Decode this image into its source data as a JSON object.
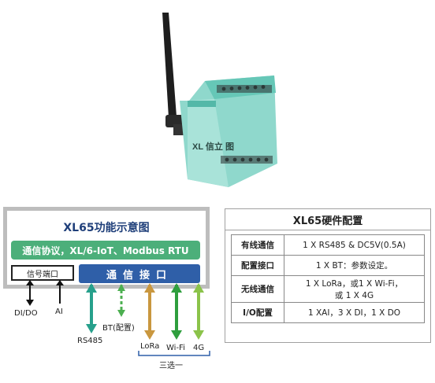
{
  "device": {
    "brand_mark": "XL 信立 图"
  },
  "diagram": {
    "title": "XL65功能示意图",
    "protocol_bar": "通信协议，XL/6-IoT、Modbus RTU",
    "signal_port": "信号端口",
    "comm_bar": "通信接口",
    "labels": {
      "di_do": "DI/DO",
      "ai": "AI",
      "rs485": "RS485",
      "bt": "BT(配置)",
      "lora": "LoRa",
      "wifi": "Wi-Fi",
      "g4": "4G",
      "choose_one": "三选一"
    },
    "colors": {
      "protocol_bar": "#4caf7a",
      "comm_bar": "#2f5fa8",
      "rs485_arrow": "#27a08c",
      "bt_arrow": "#4caf50",
      "lora_arrow": "#c9973f",
      "wifi_arrow": "#2e9e3d",
      "g4_arrow": "#8bc34a"
    }
  },
  "hardware": {
    "title": "XL65硬件配置",
    "rows": [
      {
        "key": "有线通信",
        "value_lines": [
          "1 X RS485 & DC5V(0.5A)"
        ]
      },
      {
        "key": "配置接口",
        "value_lines": [
          "1 X BT：参数设定。"
        ]
      },
      {
        "key": "无线通信",
        "value_lines": [
          "1 X LoRa，或1 X Wi-Fi，",
          "或 1 X 4G"
        ]
      },
      {
        "key": "I/O配置",
        "value_lines": [
          "1 XAI，3 X DI，1 X DO"
        ]
      }
    ]
  }
}
